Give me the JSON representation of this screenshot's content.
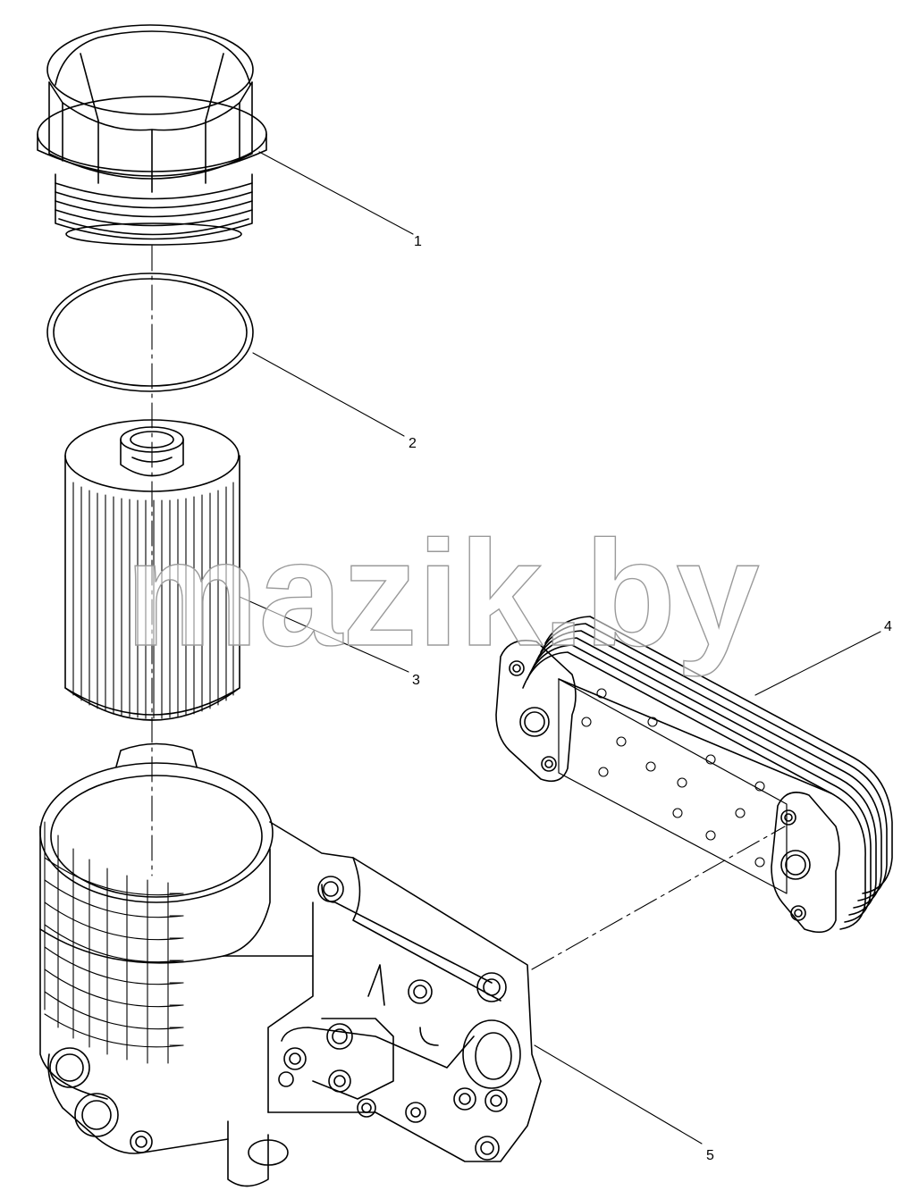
{
  "watermark": {
    "text": "mazik.by"
  },
  "callouts": [
    {
      "label": "1"
    },
    {
      "label": "2"
    },
    {
      "label": "3"
    },
    {
      "label": "4"
    },
    {
      "label": "5"
    }
  ],
  "colors": {
    "line": "#000000",
    "background": "#ffffff",
    "watermark_fill": "#ffffff",
    "watermark_stroke": "#9a9a9a"
  }
}
